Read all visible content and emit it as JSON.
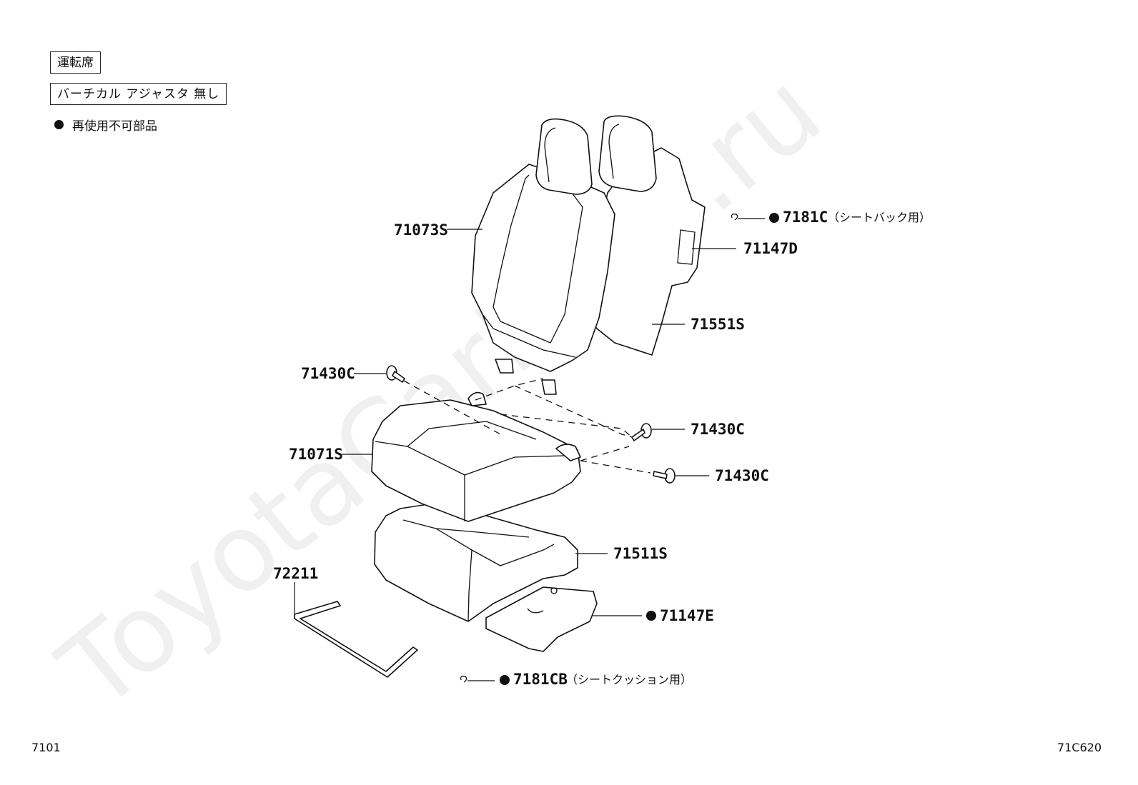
{
  "header": {
    "seat_position": "運転席",
    "condition": "バーチカル アジャスタ 無し",
    "legend_text": "再使用不可部品"
  },
  "watermark": "ToyotaCarMine.ru",
  "parts": {
    "seatback_cover": "71073S",
    "hog_ring_back": "7181C",
    "hog_ring_back_note": "（シートバック用）",
    "seatback_cover_sub": "71147D",
    "seatback_pad": "71551S",
    "bolt_1": "71430C",
    "bolt_2": "71430C",
    "bolt_3": "71430C",
    "cushion_cover": "71071S",
    "cushion_pad": "71511S",
    "tool": "72211",
    "cushion_cover_sub": "71147E",
    "hog_ring_cushion": "7181CB",
    "hog_ring_cushion_note": "（シートクッション用）"
  },
  "footer": {
    "page_ref": "7101",
    "figure_id": "71C620"
  },
  "colors": {
    "line": "#111111",
    "background": "#ffffff"
  }
}
